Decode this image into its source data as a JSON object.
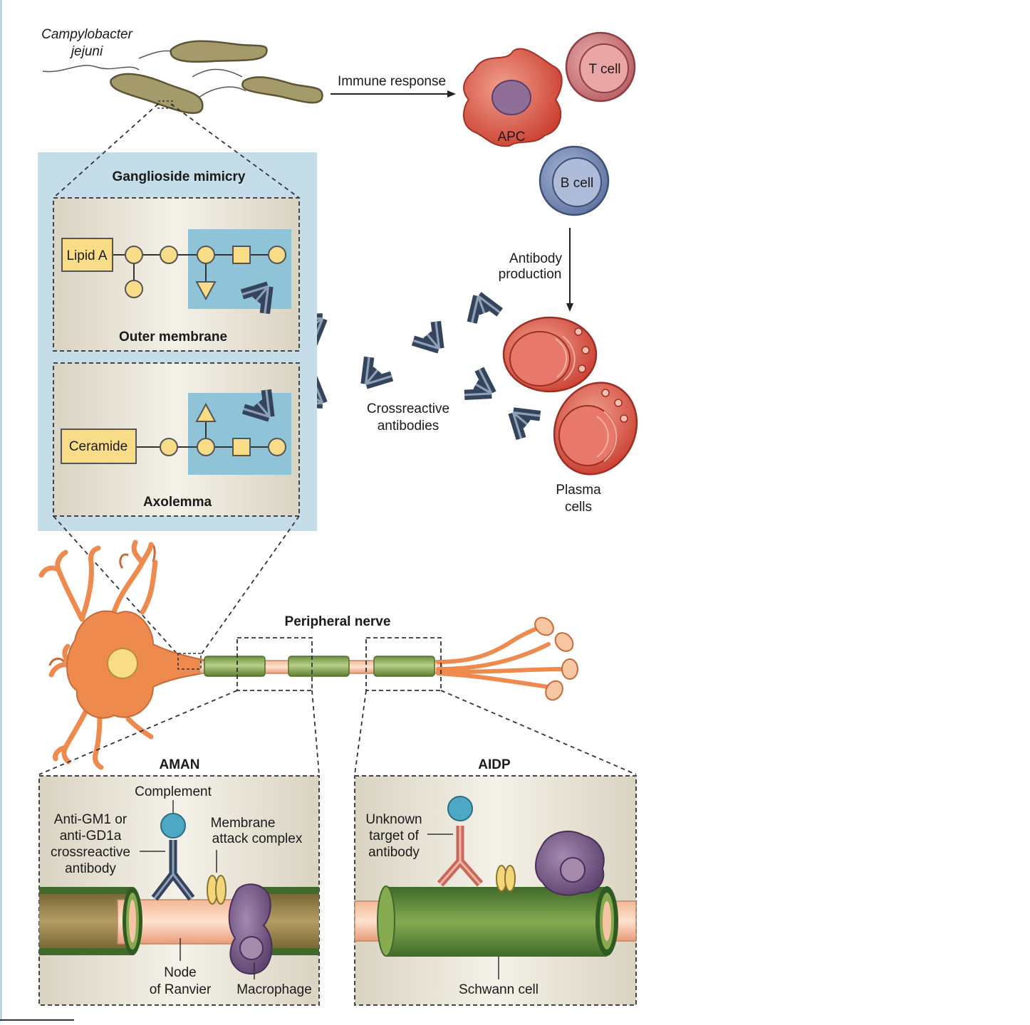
{
  "organism": {
    "line1": "Campylobacter",
    "line2": "jejuni"
  },
  "immune_response": "Immune response",
  "cells": {
    "apc": "APC",
    "t_cell": "T cell",
    "b_cell": "B cell"
  },
  "antibody_production": {
    "line1": "Antibody",
    "line2": "production"
  },
  "plasma_cells": {
    "line1": "Plasma",
    "line2": "cells"
  },
  "crossreactive": {
    "line1": "Crossreactive",
    "line2": "antibodies"
  },
  "mimicry": {
    "title": "Ganglioside mimicry",
    "lipid_a": "Lipid A",
    "outer_membrane": "Outer membrane",
    "ceramide": "Ceramide",
    "axolemma": "Axolemma"
  },
  "peripheral_nerve": "Peripheral nerve",
  "aman": {
    "title": "AMAN",
    "complement": "Complement",
    "antibody_lines": [
      "Anti-GM1 or",
      "anti-GD1a",
      "crossreactive",
      "antibody"
    ],
    "mac_lines": [
      "Membrane",
      "attack complex"
    ],
    "node_lines": [
      "Node",
      "of Ranvier"
    ],
    "macrophage": "Macrophage"
  },
  "aidp": {
    "title": "AIDP",
    "unknown_lines": [
      "Unknown",
      "target of",
      "antibody"
    ],
    "schwann": "Schwann cell"
  },
  "colors": {
    "panel_blue": "#c5dde8",
    "box_fill": "#efebe0",
    "sugar_yellow": "#f8dc88",
    "myelin_green": "#8db55a",
    "axon_peach": "#f6c4a4",
    "plasma_red": "#d8483a",
    "neuron_orange": "#ef8a4e",
    "antibody_navy": "#34445c"
  }
}
